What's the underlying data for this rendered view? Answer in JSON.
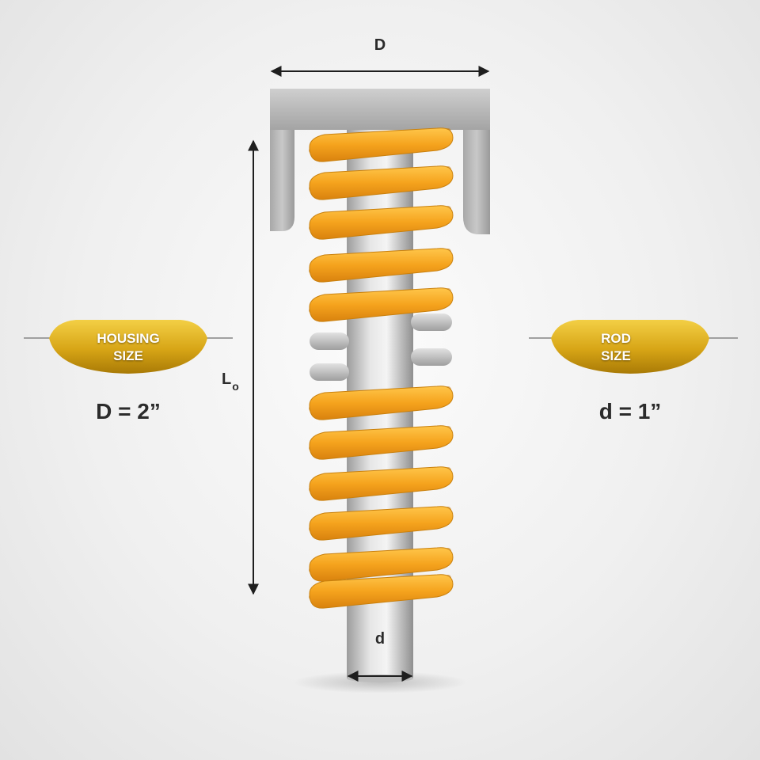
{
  "labels": {
    "housing_diameter": "D",
    "rod_diameter": "d",
    "free_length_main": "L",
    "free_length_sub": "o"
  },
  "housing_badge": {
    "line1": "HOUSING",
    "line2": "SIZE",
    "value": "D = 2”"
  },
  "rod_badge": {
    "line1": "ROD",
    "line2": "SIZE",
    "value": "d = 1”"
  },
  "colors": {
    "spring": "#f2a21c",
    "rod": "#c9c9c9",
    "housing": "#b3b3b3",
    "badge_gold": "#d9a917",
    "text": "#2b2b2b"
  }
}
